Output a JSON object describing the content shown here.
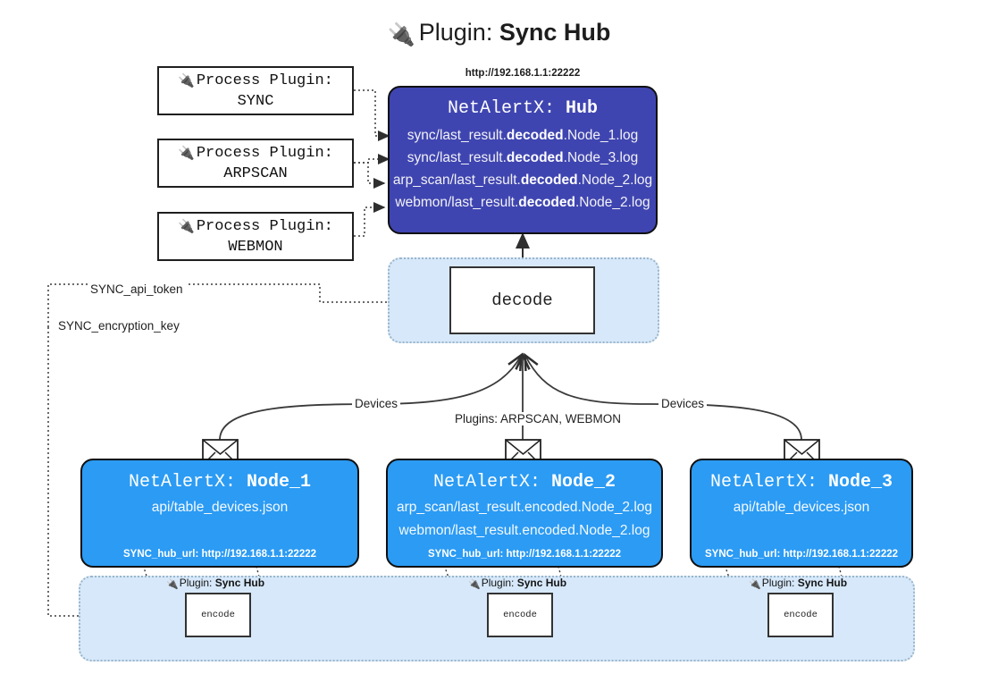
{
  "title": {
    "icon": "plug-icon",
    "prefix": "Plugin:",
    "name": "Sync Hub"
  },
  "process_plugins": [
    {
      "icon": "plug-icon",
      "line1": "Process Plugin:",
      "line2": "SYNC"
    },
    {
      "icon": "plug-icon",
      "line1": "Process Plugin:",
      "line2": "ARPSCAN"
    },
    {
      "icon": "plug-icon",
      "line1": "Process Plugin:",
      "line2": "WEBMON"
    }
  ],
  "hub": {
    "url": "http://192.168.1.1:22222",
    "title_prefix": "NetAlertX:",
    "title_name": "Hub",
    "color": "#3f45b0",
    "lines": [
      {
        "pre": "sync/last_result.",
        "bold": "decoded",
        "post": ".Node_1.log"
      },
      {
        "pre": "sync/last_result.",
        "bold": "decoded",
        "post": ".Node_3.log"
      },
      {
        "pre": "arp_scan/last_result.",
        "bold": "decoded",
        "post": ".Node_2.log"
      },
      {
        "pre": "webmon/last_result.",
        "bold": "decoded",
        "post": ".Node_2.log"
      }
    ]
  },
  "decode": {
    "label": "decode"
  },
  "secrets": [
    {
      "label": "SYNC_api_token"
    },
    {
      "label": "SYNC_encryption_key"
    }
  ],
  "edge_labels": {
    "devices_left": "Devices",
    "devices_right": "Devices",
    "plugins_center": "Plugins: ARPSCAN, WEBMON"
  },
  "nodes": [
    {
      "icon": "envelope-icon",
      "title_prefix": "NetAlertX:",
      "title_name": "Node_1",
      "color": "#2b9bf4",
      "lines": [
        "api/table_devices.json"
      ],
      "footer": "SYNC_hub_url: http://192.168.1.1:22222"
    },
    {
      "icon": "envelope-icon",
      "title_prefix": "NetAlertX:",
      "title_name": "Node_2",
      "color": "#2b9bf4",
      "lines": [
        "arp_scan/last_result.encoded.Node_2.log",
        "webmon/last_result.encoded.Node_2.log"
      ],
      "footer": "SYNC_hub_url: http://192.168.1.1:22222"
    },
    {
      "icon": "envelope-icon",
      "title_prefix": "NetAlertX:",
      "title_name": "Node_3",
      "color": "#2b9bf4",
      "lines": [
        "api/table_devices.json"
      ],
      "footer": "SYNC_hub_url: http://192.168.1.1:22222"
    }
  ],
  "encoders": [
    {
      "icon": "plug-icon",
      "plugin_prefix": "Plugin:",
      "plugin_name": "Sync Hub",
      "label": "encode"
    },
    {
      "icon": "plug-icon",
      "plugin_prefix": "Plugin:",
      "plugin_name": "Sync Hub",
      "label": "encode"
    },
    {
      "icon": "plug-icon",
      "plugin_prefix": "Plugin:",
      "plugin_name": "Sync Hub",
      "label": "encode"
    }
  ]
}
